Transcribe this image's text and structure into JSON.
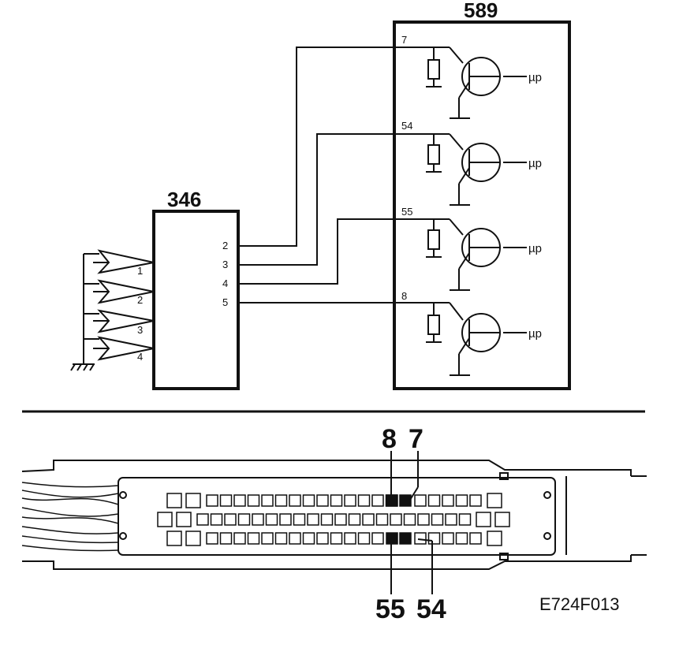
{
  "box_589": {
    "label": "589"
  },
  "box_346": {
    "label": "346"
  },
  "box_346_pins": [
    "2",
    "3",
    "4",
    "5"
  ],
  "sensors": [
    "1",
    "2",
    "3",
    "4"
  ],
  "outputs": [
    {
      "pin": "7",
      "up": "µp"
    },
    {
      "pin": "54",
      "up": "µp"
    },
    {
      "pin": "55",
      "up": "µp"
    },
    {
      "pin": "8",
      "up": "µp"
    }
  ],
  "connector_callouts": {
    "top": [
      "8",
      "7"
    ],
    "bottom": [
      "55",
      "54"
    ]
  },
  "figure_code": "E724F013",
  "colors": {
    "line": "#111111",
    "background": "#ffffff"
  }
}
